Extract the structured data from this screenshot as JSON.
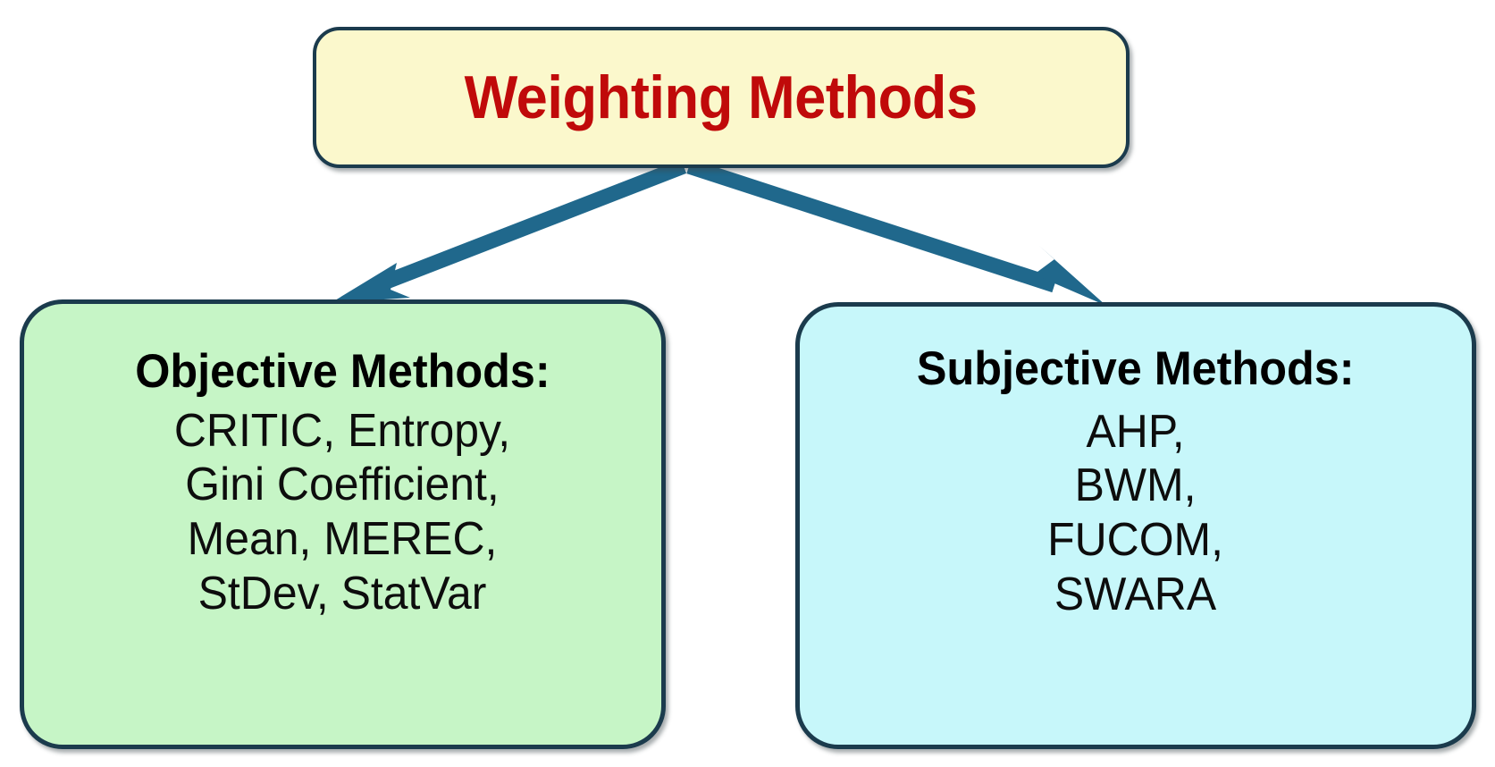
{
  "diagram": {
    "title": "Weighting Methods",
    "accent_colors": {
      "title_text": "#C00A0A",
      "title_fill": "#FBF8CC",
      "objective_fill": "#C6F5C6",
      "subjective_fill": "#C7F7FA",
      "border": "#1B3B4D",
      "arrow": "#20688C"
    },
    "root": {
      "label": "Weighting Methods"
    },
    "branches": [
      {
        "id": "objective",
        "heading": "Objective Methods:",
        "lines": [
          "CRITIC, Entropy,",
          "Gini Coefficient,",
          "Mean, MEREC,",
          "StDev, StatVar"
        ],
        "methods": [
          "CRITIC",
          "Entropy",
          "Gini Coefficient",
          "Mean",
          "MEREC",
          "StDev",
          "StatVar"
        ]
      },
      {
        "id": "subjective",
        "heading": "Subjective Methods:",
        "lines": [
          "AHP,",
          "BWM,",
          "FUCOM,",
          "SWARA"
        ],
        "methods": [
          "AHP",
          "BWM",
          "FUCOM",
          "SWARA"
        ]
      }
    ],
    "connectors": [
      {
        "id": "arrow-root-to-objective",
        "from": "root",
        "to": "objective",
        "style": "solid-arrow"
      },
      {
        "id": "arrow-root-to-subjective",
        "from": "root",
        "to": "subjective",
        "style": "solid-arrow"
      }
    ]
  }
}
